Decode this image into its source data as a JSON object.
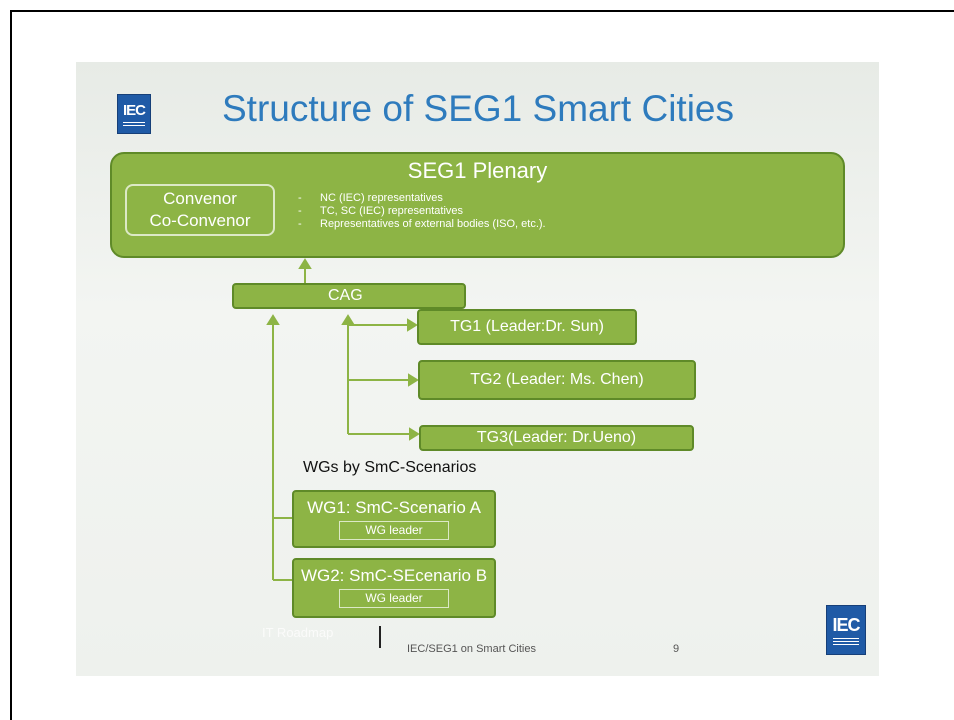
{
  "logo": {
    "text": "IEC"
  },
  "title": "Structure of SEG1 Smart Cities",
  "plenary": {
    "title": "SEG1 Plenary",
    "convenor": [
      "Convenor",
      "Co-Convenor"
    ],
    "representatives": [
      "NC (IEC) representatives",
      "TC, SC (IEC) representatives",
      "Representatives of external bodies (ISO, etc.)."
    ],
    "dash": "-"
  },
  "cag": "CAG",
  "task_groups": [
    "TG1 (Leader:Dr. Sun)",
    "TG2 (Leader: Ms. Chen)",
    "TG3(Leader: Dr.Ueno)"
  ],
  "wgs_label": "WGs by SmC-Scenarios",
  "working_groups": [
    {
      "title": "WG1: SmC-Scenario A",
      "leader": "WG leader"
    },
    {
      "title": "WG2: SmC-SEcenario B",
      "leader": "WG leader"
    }
  ],
  "footer": {
    "text": "IEC/SEG1 on Smart Cities",
    "page": "9",
    "ghost": "IT Roadmap"
  },
  "colors": {
    "box": "#8db445",
    "box_border": "#5f8a28",
    "title": "#2e7bbd",
    "logo": "#1f5aa6"
  }
}
